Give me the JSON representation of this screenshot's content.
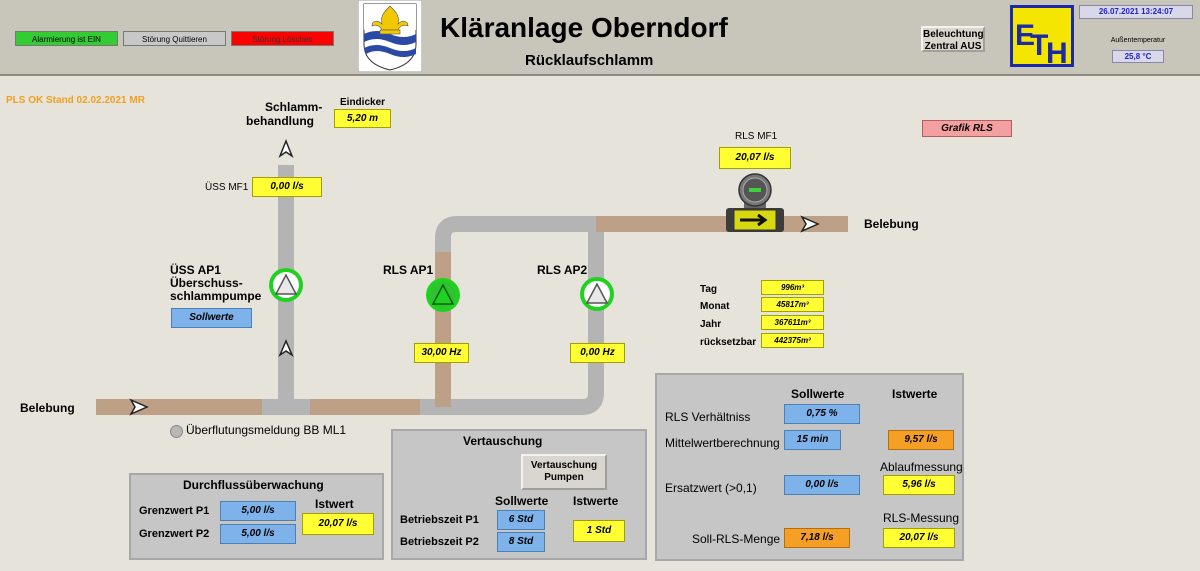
{
  "header": {
    "btn_alarm": "Alarmierung ist EIN",
    "btn_quit": "Störung Quittieren",
    "btn_delete": "Störung Löschen",
    "title": "Kläranlage Oberndorf",
    "subtitle": "Rücklaufschlamm",
    "lighting_btn": "Beleuchtung Zentral AUS",
    "datetime": "26.07.2021 13:24:07",
    "outside_temp_label": "Außentemperatur",
    "outside_temp": "25,8 °C",
    "logo_text": "ETH"
  },
  "status_text": "PLS OK Stand 02.02.2021 MR",
  "plant": {
    "schlamm_label": "Schlamm-",
    "behandlung_label": "behandlung",
    "eindicker_label": "Eindicker",
    "eindicker_value": "5,20  m",
    "uess_mf1_label": "ÜSS MF1",
    "uess_mf1_value": "0,00  l/s",
    "uess_ap1_line1": "ÜSS AP1",
    "uess_ap1_line2": "Überschuss-",
    "uess_ap1_line3": "schlammpumpe",
    "sollwerte_btn": "Sollwerte",
    "rls_ap1_label": "RLS AP1",
    "rls_ap1_value": "30,00  Hz",
    "rls_ap2_label": "RLS AP2",
    "rls_ap2_value": "0,00  Hz",
    "rls_mf1_label": "RLS MF1",
    "rls_mf1_value": "20,07  l/s",
    "belebung_out": "Belebung",
    "belebung_in": "Belebung",
    "grafik_btn": "Grafik RLS",
    "overflow_msg": "Überflutungsmeldung BB ML1"
  },
  "counters": {
    "tag_label": "Tag",
    "tag_value": "996m³",
    "monat_label": "Monat",
    "monat_value": "45817m³",
    "jahr_label": "Jahr",
    "jahr_value": "367611m³",
    "reset_label": "rücksetzbar",
    "reset_value": "442375m³"
  },
  "flow_monitor": {
    "title": "Durchflussüberwachung",
    "istwert_label": "Istwert",
    "p1_label": "Grenzwert P1",
    "p1_value": "5,00 l/s",
    "p2_label": "Grenzwert P2",
    "p2_value": "5,00 l/s",
    "istwert_value": "20,07  l/s"
  },
  "swap": {
    "title": "Vertauschung",
    "btn_line1": "Vertauschung",
    "btn_line2": "Pumpen",
    "sollwerte_label": "Sollwerte",
    "istwerte_label": "Istwerte",
    "p1_label": "Betriebszeit P1",
    "p1_value": "6 Std",
    "p2_label": "Betriebszeit P2",
    "p2_value": "8 Std",
    "istwert_value": "1 Std"
  },
  "rls_panel": {
    "sollwerte_label": "Sollwerte",
    "istwerte_label": "Istwerte",
    "ratio_label": "RLS Verhältniss",
    "ratio_value": "0,75 %",
    "avg_label": "Mittelwertberechnung",
    "avg_value": "15 min",
    "avg_ist": "9,57  l/s",
    "ablauf_label": "Ablaufmessung",
    "ersatz_label": "Ersatzwert (>0,1)",
    "ersatz_value": "0,00 l/s",
    "ablauf_value": "5,96  l/s",
    "rls_mess_label": "RLS-Messung",
    "soll_menge_label": "Soll-RLS-Menge",
    "soll_menge_value": "7,18  l/s",
    "rls_mess_value": "20,07  l/s"
  },
  "colors": {
    "pump_ring": "#1fd21f",
    "value_yellow": "#ffff33",
    "value_blue": "#7eb2ea",
    "value_orange": "#f5a024",
    "alarm_green": "#33cc33",
    "alarm_red": "#ff0000"
  }
}
